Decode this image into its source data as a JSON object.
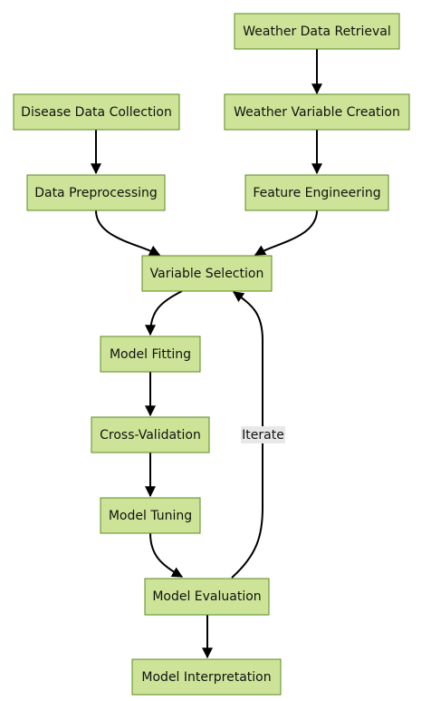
{
  "colors": {
    "node_fill": "#cde498",
    "node_stroke": "#5a8a1f",
    "edge": "#000000",
    "label_bg": "#e8e8e8"
  },
  "nodes": {
    "weather_data_retrieval": "Weather Data Retrieval",
    "disease_data_collection": "Disease Data Collection",
    "weather_variable_creation": "Weather Variable Creation",
    "data_preprocessing": "Data Preprocessing",
    "feature_engineering": "Feature Engineering",
    "variable_selection": "Variable Selection",
    "model_fitting": "Model Fitting",
    "cross_validation": "Cross-Validation",
    "model_tuning": "Model Tuning",
    "model_evaluation": "Model Evaluation",
    "model_interpretation": "Model Interpretation"
  },
  "edge_labels": {
    "iterate": "Iterate"
  }
}
